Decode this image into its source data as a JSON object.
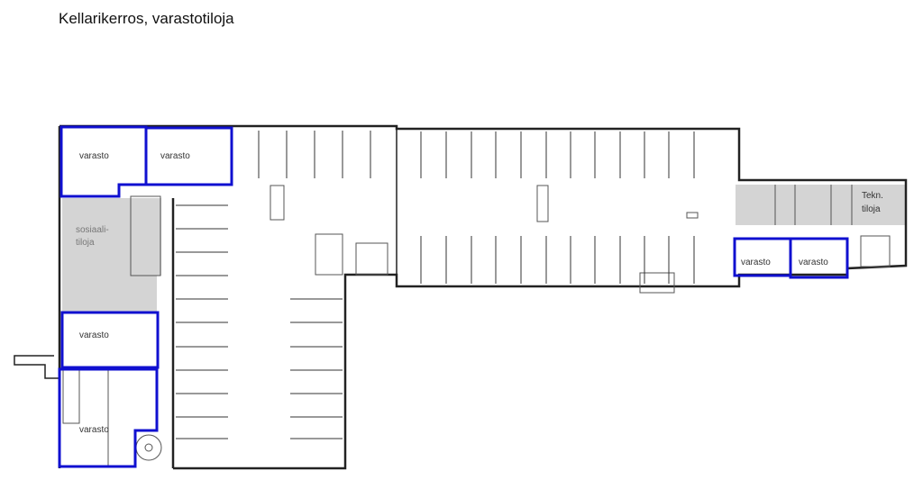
{
  "title": "Kellarikerros, varastotiloja",
  "rooms": {
    "storage_1": "varasto",
    "storage_2": "varasto",
    "social_1": "sosiaali-",
    "social_2": "tiloja",
    "storage_3": "varasto",
    "storage_4": "varasto",
    "storage_5": "varasto",
    "storage_6": "varasto",
    "tech_1": "Tekn.",
    "tech_2": "tiloja"
  },
  "colors": {
    "highlight": "#1010d0",
    "wall": "#222222",
    "service_fill": "#d4d4d4"
  }
}
